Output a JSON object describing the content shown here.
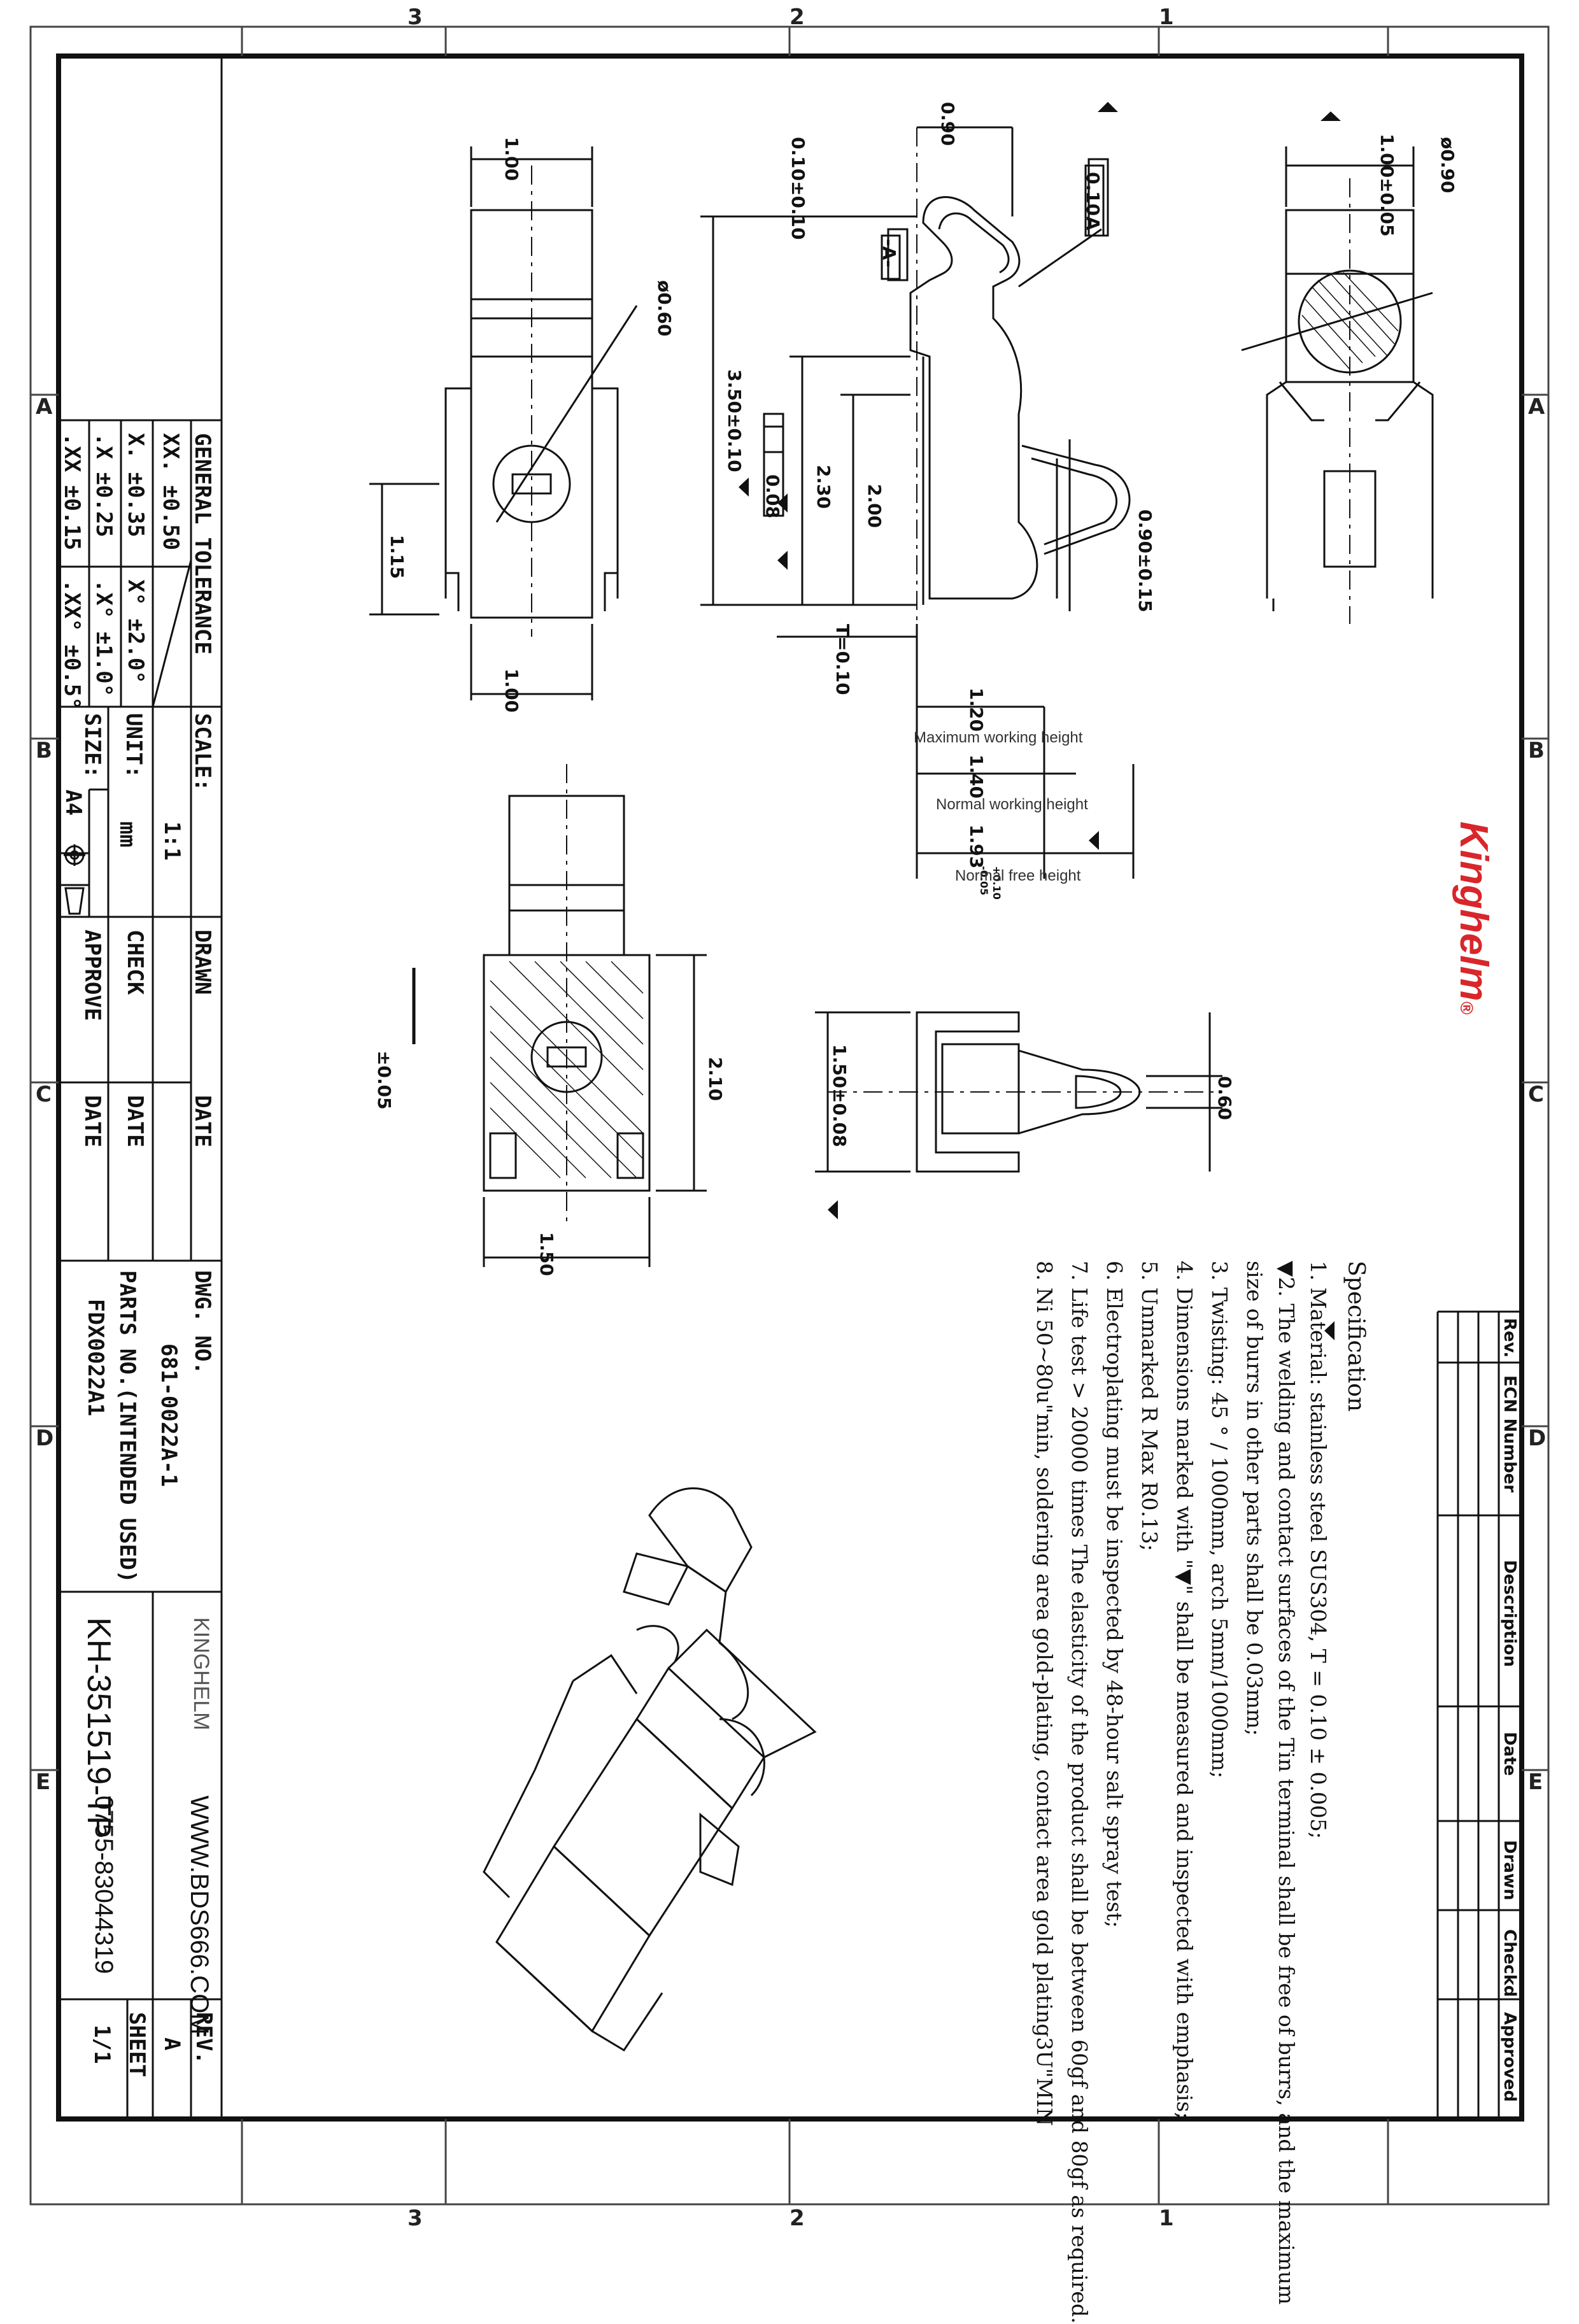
{
  "brand": {
    "logo": "Kinghelm",
    "registered": "®",
    "watermark": "KINGHELM"
  },
  "zones": {
    "numbers": [
      "3",
      "2",
      "1"
    ],
    "letters": [
      "A",
      "B",
      "C",
      "D",
      "E"
    ]
  },
  "revision_table": {
    "headers": [
      "Rev.",
      "ECN Number",
      "Description",
      "Date",
      "Drawn",
      "Checkd",
      "Approved"
    ]
  },
  "specification": {
    "title": "Specification",
    "lines": [
      "1. Material: stainless steel SUS304, T = 0.10 ± 0.005;",
      "▼2. The welding and contact surfaces of the Tin terminal shall be free of burrs, and the maximum",
      "size of burrs in other parts shall be 0.03mm;",
      "3. Twisting: 45 ° / 1000mm, arch 5mm/1000mm;",
      "4. Dimensions marked with \"▼\" shall be measured and inspected with emphasis;",
      "5. Unmarked R Max R0.13;",
      "6. Electroplating must be inspected by 48-hour salt spray test;",
      "7. Life test > 20000 times The elasticity of the product shall be between 60gf and 80gf as required.",
      "8. Ni 50~80u\"min, soldering area gold-plating, contact area gold plating3U\"MIN"
    ]
  },
  "title_block": {
    "general_tolerance": "GENERAL TOLERANCE",
    "tolerances": [
      [
        "XX. ±0.50",
        ""
      ],
      [
        "X. ±0.35",
        "X° ±2.0°"
      ],
      [
        ".X ±0.25",
        ".X° ±1.0°"
      ],
      [
        ".XX ±0.15",
        ".XX° ±0.5°"
      ]
    ],
    "scale_label": "SCALE:",
    "scale_value": "1:1",
    "unit_label": "UNIT:",
    "unit_value": "mm",
    "size_label": "SIZE:",
    "size_value": "A4",
    "drawn_label": "DRAWN",
    "check_label": "CHECK",
    "approve_label": "APPROVE",
    "date_label": "DATE",
    "dwg_no_label": "DWG. NO.",
    "dwg_no_value": "681-0022A-1",
    "parts_label": "PARTS NO.(INTENDED USED)",
    "parts_value": "FDX0022A1",
    "part_number": "KH-351519-TP",
    "website": "WWW.BDS666.COM",
    "phone": "0755-83044319",
    "rev_label": "REV.",
    "rev_value": "A",
    "sheet_label": "SHEET",
    "sheet_value": "1/1"
  },
  "dimensions": {
    "top_width": "1.00",
    "bottom_width": "1.00",
    "hole_dia": "ø0.60",
    "side_height": "1.15",
    "thickness_top": "0.10±0.10",
    "pitch_090": "0.90",
    "parallel": "0.10",
    "datum_a": "A",
    "datum_box": "-A-",
    "total_height": "3.50±0.10",
    "flat_value": "0.08",
    "h_230": "2.30",
    "h_200": "2.00",
    "t_value": "T=0.10",
    "contact_090": "0.90±0.15",
    "w_120": "1.20",
    "w_140": "1.40",
    "w_193": "1.93",
    "w_193_tol_up": "+0.10",
    "w_193_tol_dn": "-0.05",
    "right_top": "1.00±0.05",
    "right_dia": "ø0.90",
    "bottom_210": "2.10",
    "bottom_150": "1.50",
    "pad_tol": "±0.05",
    "front_150": "1.50±0.08",
    "front_060": "0.60"
  },
  "notes": {
    "max_working": "Maximum working height",
    "normal_working": "Normal working height",
    "normal_free": "Normal free height"
  }
}
